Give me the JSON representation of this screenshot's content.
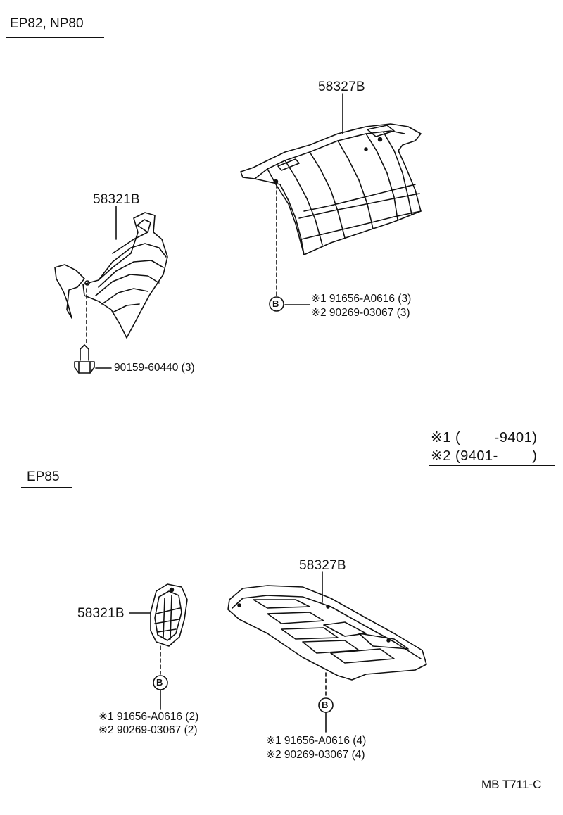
{
  "sections": {
    "top": {
      "title": "EP82, NP80",
      "heat_insulator_a": "58327B",
      "heat_insulator_b": "58321B",
      "bolt_callout": "90159-60440 (3)",
      "clip_marker": "B",
      "clip_note_1": "※1 91656-A0616 (3)",
      "clip_note_2": "※2 90269-03067 (3)"
    },
    "bottom": {
      "title": "EP85",
      "heat_insulator_a": "58327B",
      "heat_insulator_b": "58321B",
      "left_marker": "B",
      "left_note_1": "※1 91656-A0616 (2)",
      "left_note_2": "※2 90269-03067 (2)",
      "right_marker": "B",
      "right_note_1": "※1 91656-A0616 (4)",
      "right_note_2": "※2 90269-03067 (4)"
    }
  },
  "legend": {
    "row_1": "※1 (        -9401)",
    "row_2": "※2 (9401-        )"
  },
  "diagram_code": "MB T711-C"
}
